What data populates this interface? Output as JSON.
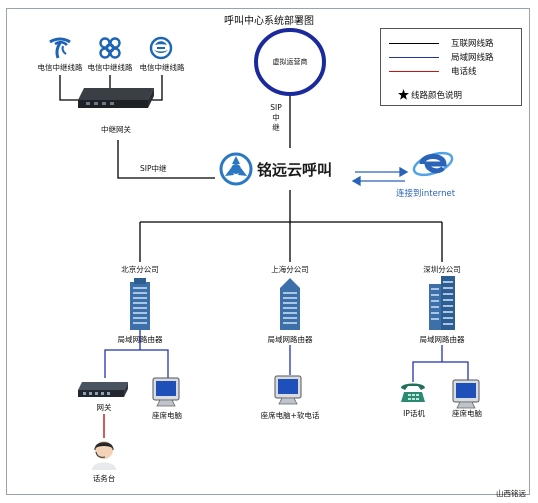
{
  "title": "呼叫中心系统部署图",
  "carriers": [
    {
      "label": "电信中继线路",
      "icon": "china-telecom-logo-icon"
    },
    {
      "label": "电信中继线路",
      "icon": "china-unicom-logo-icon"
    },
    {
      "label": "电信中继线路",
      "icon": "china-mobile-logo-icon"
    }
  ],
  "trunk_gateway": {
    "label": "中继网关"
  },
  "virtual_operator": {
    "label": "虚拟运营商"
  },
  "sip_trunk_vertical": [
    "SIP",
    "中",
    "继"
  ],
  "sip_trunk_horizontal": "SIP中继",
  "brand": {
    "name": "铭远云呼叫"
  },
  "internet": {
    "label": "连接到internet"
  },
  "legend": {
    "items": [
      {
        "label": "互联网线路",
        "color": "#000000"
      },
      {
        "label": "局域网线路",
        "color": "#2233aa"
      },
      {
        "label": "电话线",
        "color": "#cc1111"
      }
    ],
    "note": "线路颜色说明"
  },
  "branches": [
    {
      "name": "北京分公司",
      "router": "局域网路由器",
      "devices": [
        {
          "label": "网关"
        },
        {
          "label": "座席电脑"
        }
      ],
      "extra": {
        "label": "话务台"
      }
    },
    {
      "name": "上海分公司",
      "router": "局域网路由器",
      "devices": [
        {
          "label": "座席电脑+软电话"
        }
      ]
    },
    {
      "name": "深圳分公司",
      "router": "局域网路由器",
      "devices": [
        {
          "label": "IP话机"
        },
        {
          "label": "座席电脑"
        }
      ]
    }
  ],
  "footer": "山西铭远"
}
